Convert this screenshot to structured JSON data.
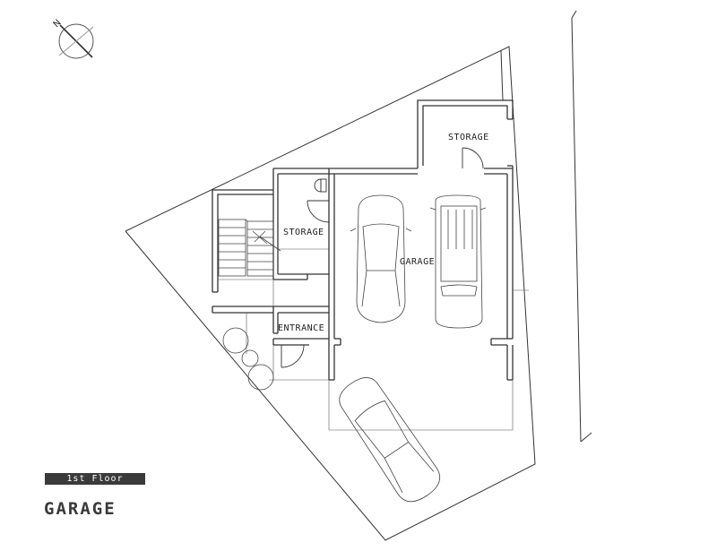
{
  "compass": {
    "north_label": "N"
  },
  "rooms": {
    "storage_upper": "STORAGE",
    "storage_left": "STORAGE",
    "garage": "GARAGE",
    "entrance": "ENTRANCE"
  },
  "floor_badge": "1st Floor",
  "title": "GARAGE",
  "colors": {
    "line": "#333333",
    "badge_bg": "#3a3a3a",
    "badge_text": "#ffffff"
  }
}
